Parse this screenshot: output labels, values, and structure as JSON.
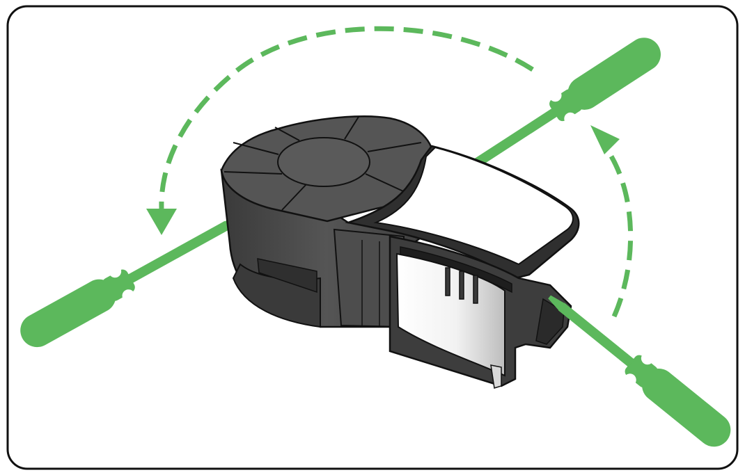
{
  "colors": {
    "accent_green": "#5cb85c",
    "cartridge_dark": "#4a4a4a",
    "cartridge_mid": "#5a5a5a",
    "cartridge_shadow": "#2f2f2f",
    "outline": "#111111",
    "label_white": "#ffffff",
    "frame_border": "#111111"
  },
  "illustration": {
    "subject": "label-cartridge",
    "tool": "flat-screwdriver",
    "tools_shown": 3,
    "motion_arrows": 2,
    "arrow_style": "dashed"
  }
}
